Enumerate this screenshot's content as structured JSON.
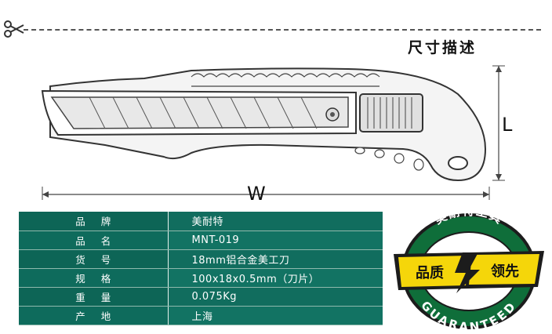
{
  "header": {
    "section_title": "尺寸描述"
  },
  "dimensions": {
    "width_label": "W",
    "length_label": "L"
  },
  "specs": [
    {
      "label": "品牌",
      "value": "美耐特"
    },
    {
      "label": "品名",
      "value": "MNT-019"
    },
    {
      "label": "货号",
      "value": "18mm铝合金美工刀"
    },
    {
      "label": "规格",
      "value": "100x18x0.5mm（刀片）"
    },
    {
      "label": "重量",
      "value": "0.075Kg"
    },
    {
      "label": "产地",
      "value": "上海"
    }
  ],
  "badge": {
    "brand_top": "美耐特工具",
    "banner_left": "品质",
    "banner_right": "领先",
    "bottom_text": "GUARANTEED",
    "colors": {
      "green": "#0f6e3a",
      "yellow": "#f5d60a",
      "ring_dark": "#1c1c1c"
    }
  },
  "icons": {
    "cut_line": "scissors-icon"
  }
}
